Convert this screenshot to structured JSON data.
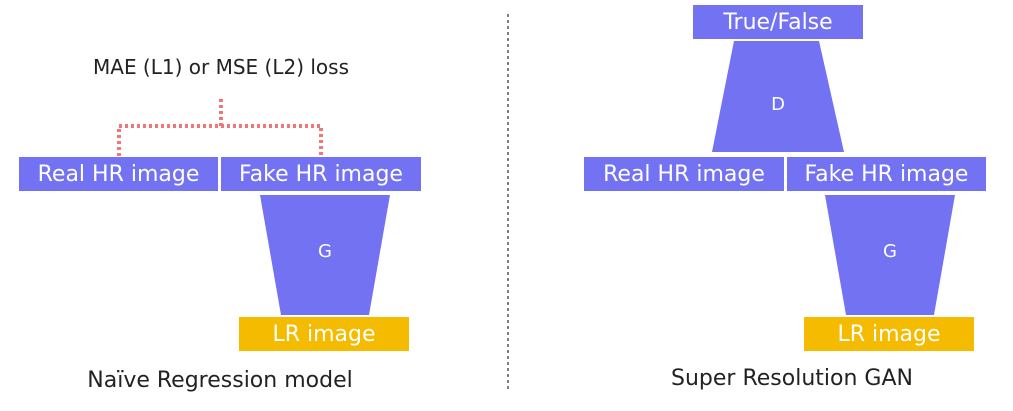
{
  "left": {
    "loss_label": "MAE (L1) or MSE (L2) loss",
    "real_hr_label": "Real HR image",
    "fake_hr_label": "Fake HR image",
    "generator_label": "G",
    "lr_label": "LR image",
    "caption": "Naïve Regression model"
  },
  "right": {
    "output_label": "True/False",
    "discriminator_label": "D",
    "real_hr_label": "Real HR image",
    "fake_hr_label": "Fake HR image",
    "generator_label": "G",
    "lr_label": "LR image",
    "caption": "Super Resolution GAN"
  },
  "colors": {
    "box_blue": "#7272f3",
    "box_yellow": "#f5bb00",
    "loss_bracket": "#f07777",
    "divider": "#555555"
  }
}
